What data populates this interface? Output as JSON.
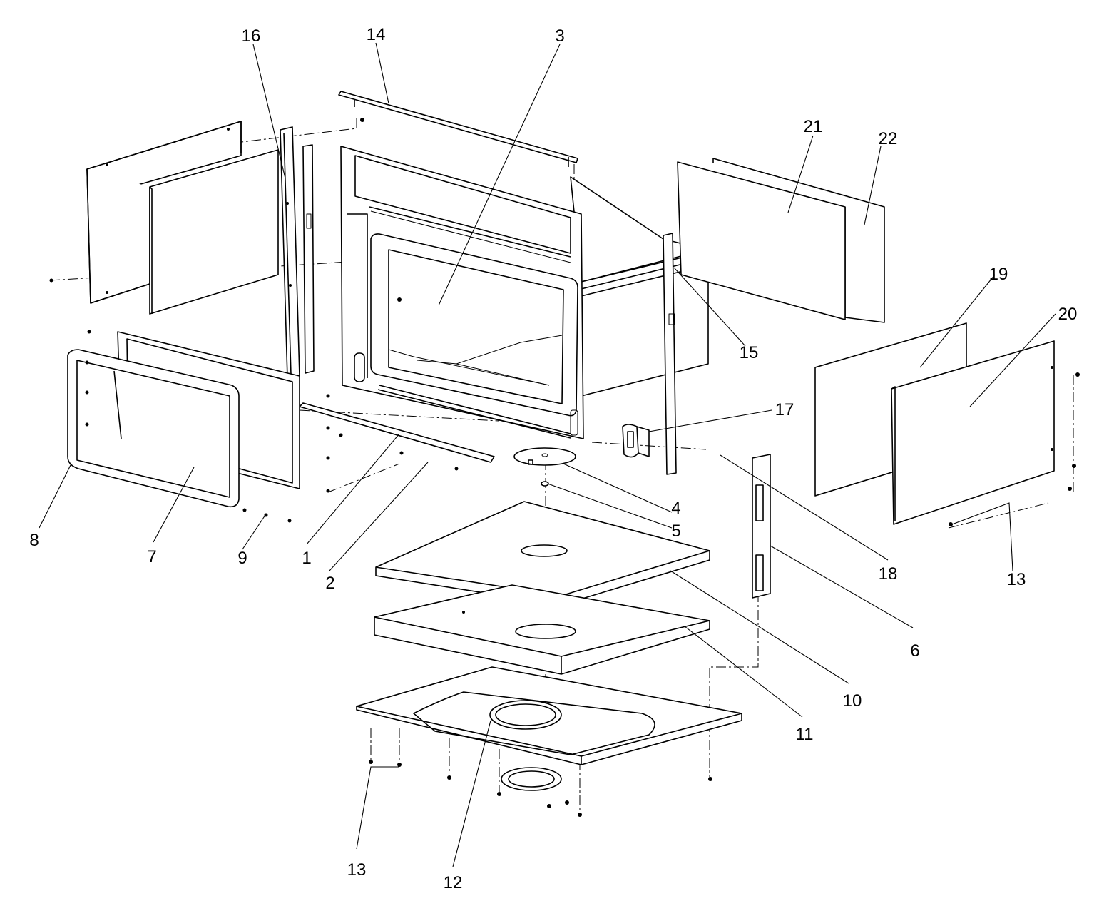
{
  "diagram": {
    "labels": [
      {
        "id": "c1",
        "text": "1"
      },
      {
        "id": "c2",
        "text": "2"
      },
      {
        "id": "c3",
        "text": "3"
      },
      {
        "id": "c4",
        "text": "4"
      },
      {
        "id": "c5",
        "text": "5"
      },
      {
        "id": "c6",
        "text": "6"
      },
      {
        "id": "c7",
        "text": "7"
      },
      {
        "id": "c8",
        "text": "8"
      },
      {
        "id": "c9",
        "text": "9"
      },
      {
        "id": "c10",
        "text": "10"
      },
      {
        "id": "c11",
        "text": "11"
      },
      {
        "id": "c12",
        "text": "12"
      },
      {
        "id": "c13a",
        "text": "13"
      },
      {
        "id": "c13b",
        "text": "13"
      },
      {
        "id": "c14",
        "text": "14"
      },
      {
        "id": "c15",
        "text": "15"
      },
      {
        "id": "c16",
        "text": "16"
      },
      {
        "id": "c17",
        "text": "17"
      },
      {
        "id": "c18",
        "text": "18"
      },
      {
        "id": "c19",
        "text": "19"
      },
      {
        "id": "c20",
        "text": "20"
      },
      {
        "id": "c21",
        "text": "21"
      },
      {
        "id": "c22",
        "text": "22"
      }
    ]
  }
}
